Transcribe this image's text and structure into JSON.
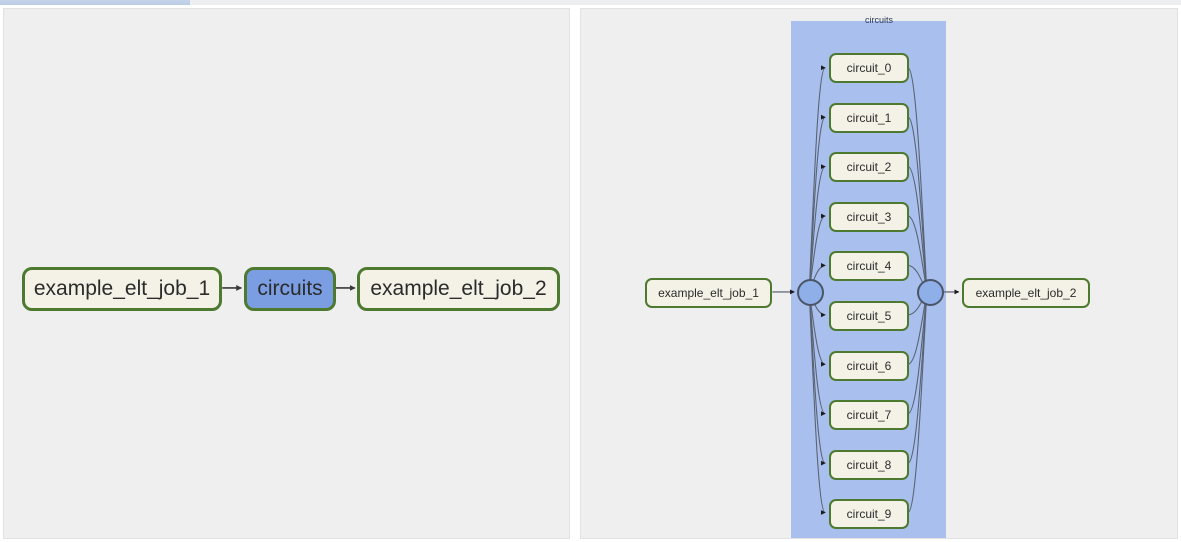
{
  "app": {
    "background": "#ffffff",
    "progress_accent": "#b9cbe6"
  },
  "colors": {
    "node_border": "#4e7a2f",
    "node_fill": "#f4f2e7",
    "group_fill": "#7b9ee3",
    "cluster_fill": "#a9c0ef",
    "edge": "#5a6372",
    "panel_bg": "#efeff0"
  },
  "panels": [
    {
      "id": "collapsed-graph",
      "name": "collapsed-task-group-view",
      "nodes": [
        {
          "id": "l-job1",
          "label": "example_elt_job_1",
          "type": "task"
        },
        {
          "id": "l-circuits",
          "label": "circuits",
          "type": "task-group"
        },
        {
          "id": "l-job2",
          "label": "example_elt_job_2",
          "type": "task"
        }
      ],
      "edges": [
        {
          "from": "l-job1",
          "to": "l-circuits"
        },
        {
          "from": "l-circuits",
          "to": "l-job2"
        }
      ]
    },
    {
      "id": "expanded-graph",
      "name": "expanded-task-group-view",
      "cluster_label": "circuits",
      "nodes": [
        {
          "id": "r-job1",
          "label": "example_elt_job_1",
          "type": "task"
        },
        {
          "id": "r-job2",
          "label": "example_elt_job_2",
          "type": "task"
        }
      ],
      "junctions": [
        {
          "id": "junction-in",
          "name": "task-group-entry-node"
        },
        {
          "id": "junction-out",
          "name": "task-group-exit-node"
        }
      ],
      "circuits": [
        {
          "id": "circuit_0",
          "label": "circuit_0"
        },
        {
          "id": "circuit_1",
          "label": "circuit_1"
        },
        {
          "id": "circuit_2",
          "label": "circuit_2"
        },
        {
          "id": "circuit_3",
          "label": "circuit_3"
        },
        {
          "id": "circuit_4",
          "label": "circuit_4"
        },
        {
          "id": "circuit_5",
          "label": "circuit_5"
        },
        {
          "id": "circuit_6",
          "label": "circuit_6"
        },
        {
          "id": "circuit_7",
          "label": "circuit_7"
        },
        {
          "id": "circuit_8",
          "label": "circuit_8"
        },
        {
          "id": "circuit_9",
          "label": "circuit_9"
        }
      ]
    }
  ]
}
